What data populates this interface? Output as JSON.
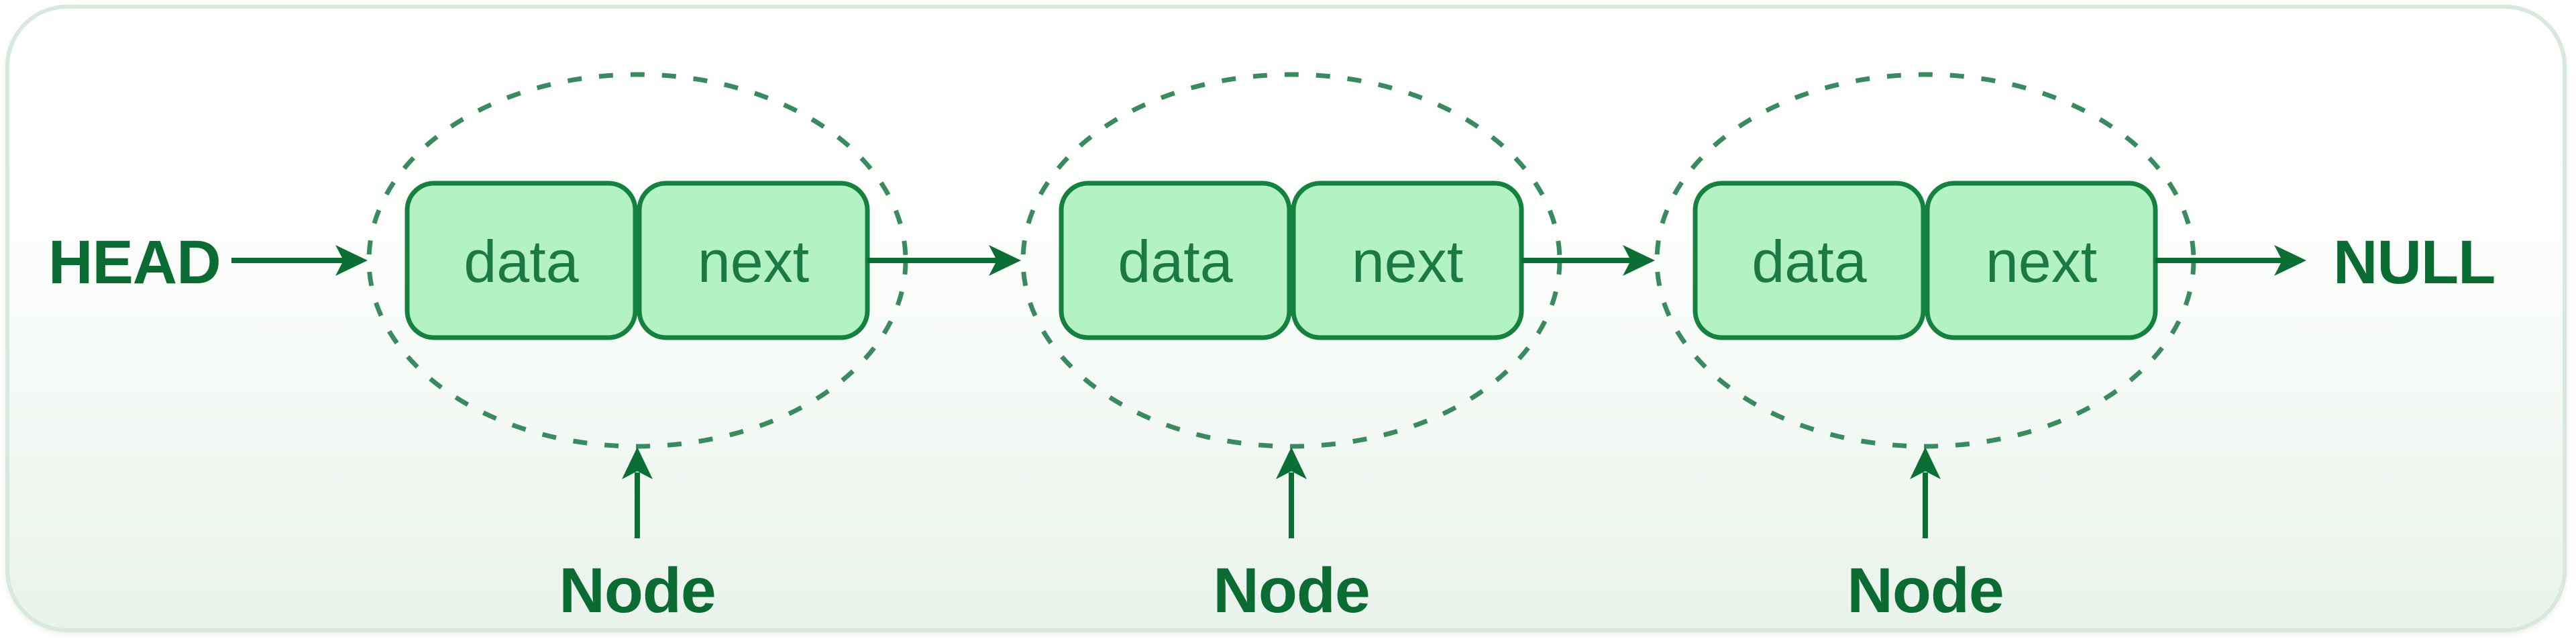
{
  "head_label": "HEAD",
  "null_label": "NULL",
  "nodes": [
    {
      "data_label": "data",
      "next_label": "next",
      "caption": "Node"
    },
    {
      "data_label": "data",
      "next_label": "next",
      "caption": "Node"
    },
    {
      "data_label": "data",
      "next_label": "next",
      "caption": "Node"
    }
  ],
  "colors": {
    "label_text": "#0a6b33",
    "field_text": "#1b7a44",
    "box_fill": "#b3f2c3",
    "box_border": "#15813f",
    "ellipse_dash": "#3a8a60",
    "arrow": "#0b6e35",
    "panel_border": "#d9e8dc",
    "panel_bg_top": "#ffffff",
    "panel_bg_bottom": "#e9f3eb"
  }
}
